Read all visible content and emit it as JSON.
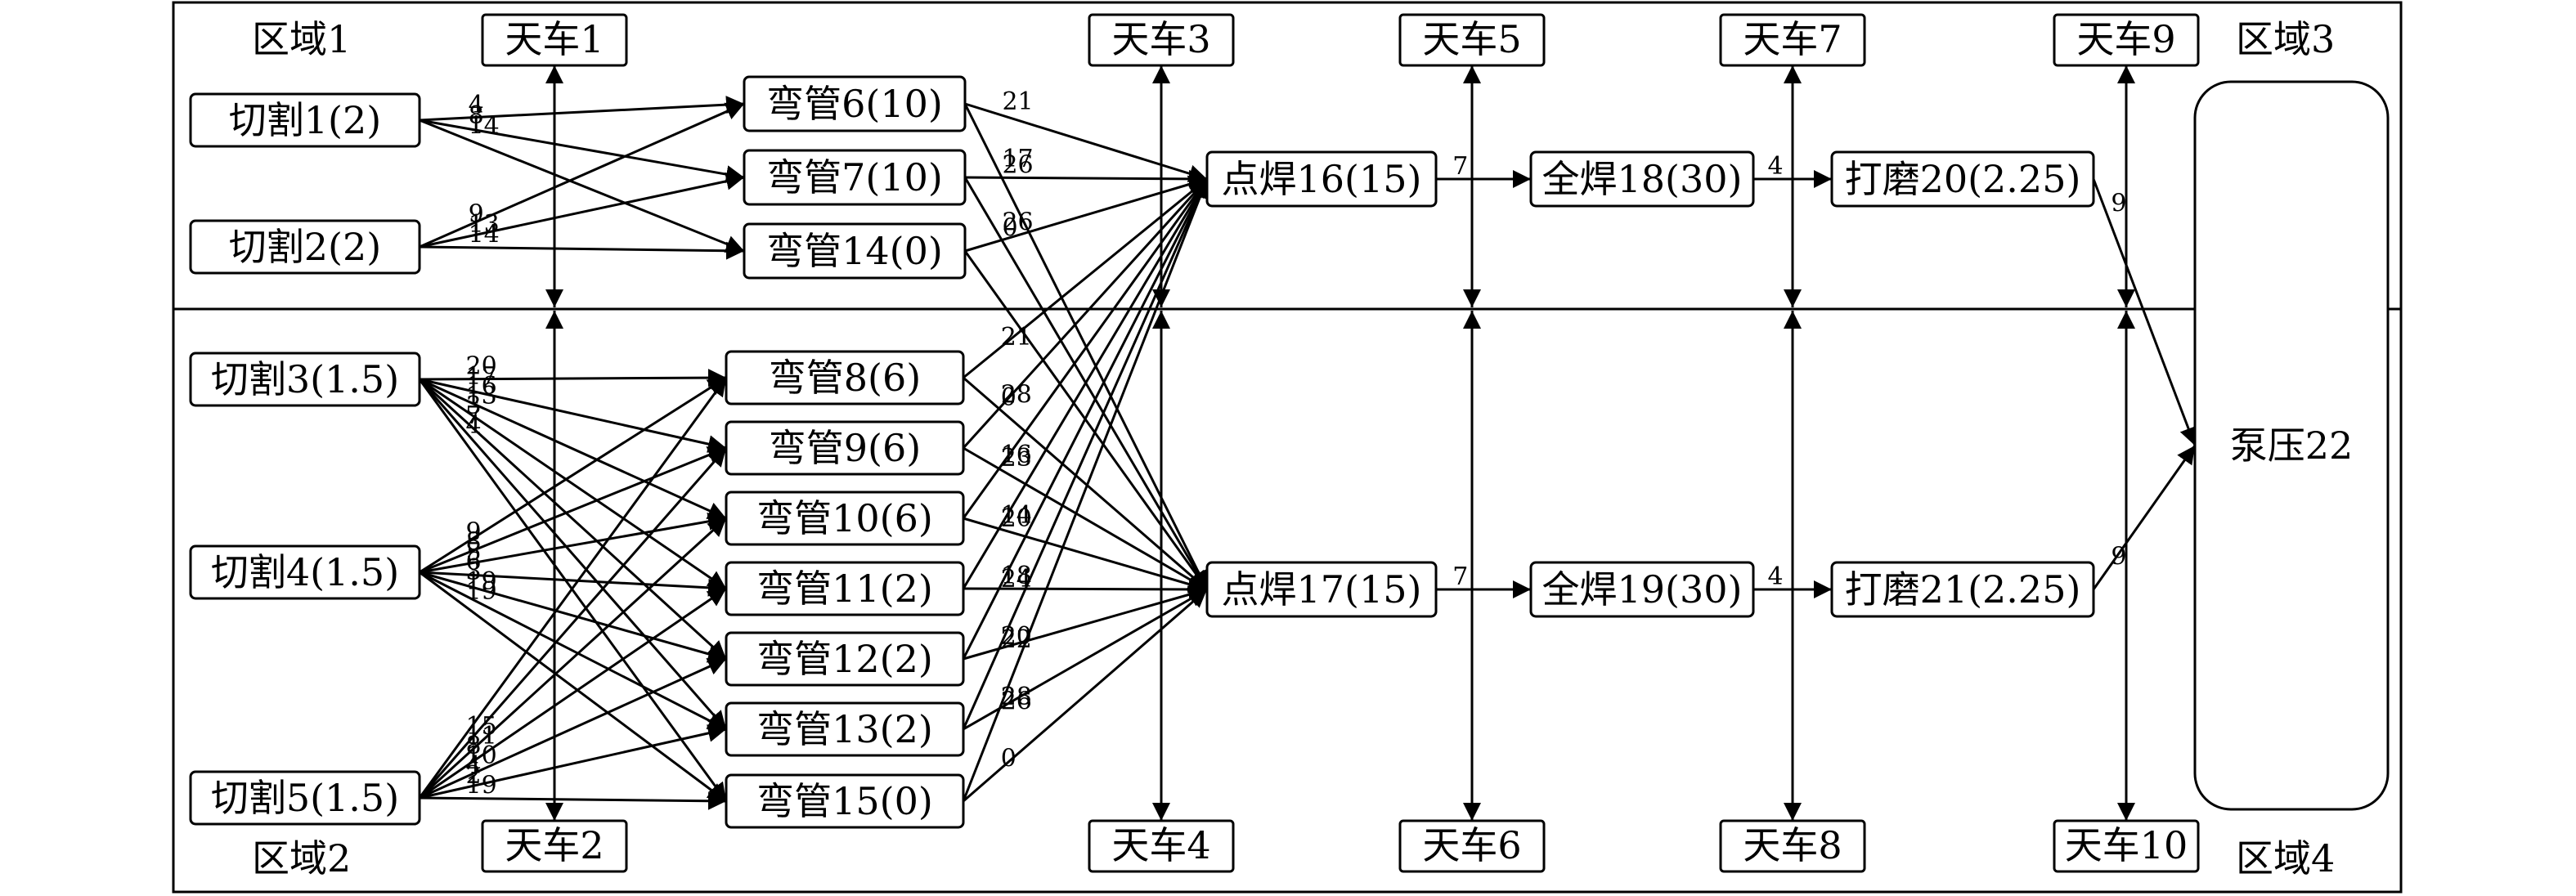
{
  "regions": [
    "区域1",
    "区域2",
    "区域3",
    "区域4"
  ],
  "cranes": [
    "天车1",
    "天车2",
    "天车3",
    "天车4",
    "天车5",
    "天车6",
    "天车7",
    "天车8",
    "天车9",
    "天车10"
  ],
  "nodes": {
    "c1": "切割1(2)",
    "c2": "切割2(2)",
    "c3": "切割3(1.5)",
    "c4": "切割4(1.5)",
    "c5": "切割5(1.5)",
    "b6": "弯管6(10)",
    "b7": "弯管7(10)",
    "b14": "弯管14(0)",
    "b8": "弯管8(6)",
    "b9": "弯管9(6)",
    "b10": "弯管10(6)",
    "b11": "弯管11(2)",
    "b12": "弯管12(2)",
    "b13": "弯管13(2)",
    "b15": "弯管15(0)",
    "s16": "点焊16(15)",
    "s17": "点焊17(15)",
    "w18": "全焊18(30)",
    "w19": "全焊19(30)",
    "g20": "打磨20(2.25)",
    "g21": "打磨21(2.25)",
    "p22": "泵压22"
  },
  "edges": [
    {
      "from": "c1",
      "to": "b6",
      "w": "4"
    },
    {
      "from": "c1",
      "to": "b7",
      "w": "8"
    },
    {
      "from": "c1",
      "to": "b14",
      "w": "14"
    },
    {
      "from": "c2",
      "to": "b6",
      "w": "9"
    },
    {
      "from": "c2",
      "to": "b7",
      "w": "13"
    },
    {
      "from": "c2",
      "to": "b14",
      "w": "14"
    },
    {
      "from": "b6",
      "to": "s16",
      "w": "21"
    },
    {
      "from": "b7",
      "to": "s16",
      "w": "26"
    },
    {
      "from": "b14",
      "to": "s16",
      "w": "0"
    },
    {
      "from": "b6",
      "to": "s17",
      "w": "17"
    },
    {
      "from": "b7",
      "to": "s17",
      "w": "26"
    },
    {
      "from": "b14",
      "to": "s17",
      "w": ""
    },
    {
      "from": "c3",
      "to": "b8",
      "w": "20"
    },
    {
      "from": "c3",
      "to": "b9",
      "w": "17"
    },
    {
      "from": "c3",
      "to": "b10",
      "w": "16"
    },
    {
      "from": "c3",
      "to": "b11",
      "w": "13"
    },
    {
      "from": "c3",
      "to": "b12",
      "w": "3"
    },
    {
      "from": "c3",
      "to": "b13",
      "w": "7"
    },
    {
      "from": "c3",
      "to": "b15",
      "w": "4"
    },
    {
      "from": "c4",
      "to": "b8",
      "w": "9"
    },
    {
      "from": "c4",
      "to": "b9",
      "w": "8"
    },
    {
      "from": "c4",
      "to": "b10",
      "w": "5"
    },
    {
      "from": "c4",
      "to": "b11",
      "w": "6"
    },
    {
      "from": "c4",
      "to": "b12",
      "w": "3"
    },
    {
      "from": "c4",
      "to": "b13",
      "w": "19"
    },
    {
      "from": "c4",
      "to": "b15",
      "w": "19"
    },
    {
      "from": "c5",
      "to": "b8",
      "w": "15"
    },
    {
      "from": "c5",
      "to": "b9",
      "w": "11"
    },
    {
      "from": "c5",
      "to": "b10",
      "w": "8"
    },
    {
      "from": "c5",
      "to": "b11",
      "w": "10"
    },
    {
      "from": "c5",
      "to": "b12",
      "w": "4"
    },
    {
      "from": "c5",
      "to": "b13",
      "w": "2"
    },
    {
      "from": "c5",
      "to": "b15",
      "w": "19"
    },
    {
      "from": "b8",
      "to": "s16",
      "w": "21"
    },
    {
      "from": "b9",
      "to": "s16",
      "w": "0"
    },
    {
      "from": "b10",
      "to": "s16",
      "w": "23"
    },
    {
      "from": "b11",
      "to": "s16",
      "w": "20"
    },
    {
      "from": "b12",
      "to": "s16",
      "w": "24"
    },
    {
      "from": "b13",
      "to": "s16",
      "w": "22"
    },
    {
      "from": "b15",
      "to": "s16",
      "w": "26"
    },
    {
      "from": "b8",
      "to": "s17",
      "w": "28"
    },
    {
      "from": "b9",
      "to": "s17",
      "w": "16"
    },
    {
      "from": "b10",
      "to": "s17",
      "w": "14"
    },
    {
      "from": "b11",
      "to": "s17",
      "w": "18"
    },
    {
      "from": "b12",
      "to": "s17",
      "w": "20"
    },
    {
      "from": "b13",
      "to": "s17",
      "w": "28"
    },
    {
      "from": "b15",
      "to": "s17",
      "w": "0"
    },
    {
      "from": "s16",
      "to": "w18",
      "w": "7"
    },
    {
      "from": "w18",
      "to": "g20",
      "w": "4"
    },
    {
      "from": "g20",
      "to": "p22",
      "w": "9"
    },
    {
      "from": "s17",
      "to": "w19",
      "w": "7"
    },
    {
      "from": "w19",
      "to": "g21",
      "w": "4"
    },
    {
      "from": "g21",
      "to": "p22",
      "w": "9"
    }
  ],
  "colors": {
    "stroke": "#000000",
    "background": "#ffffff"
  }
}
